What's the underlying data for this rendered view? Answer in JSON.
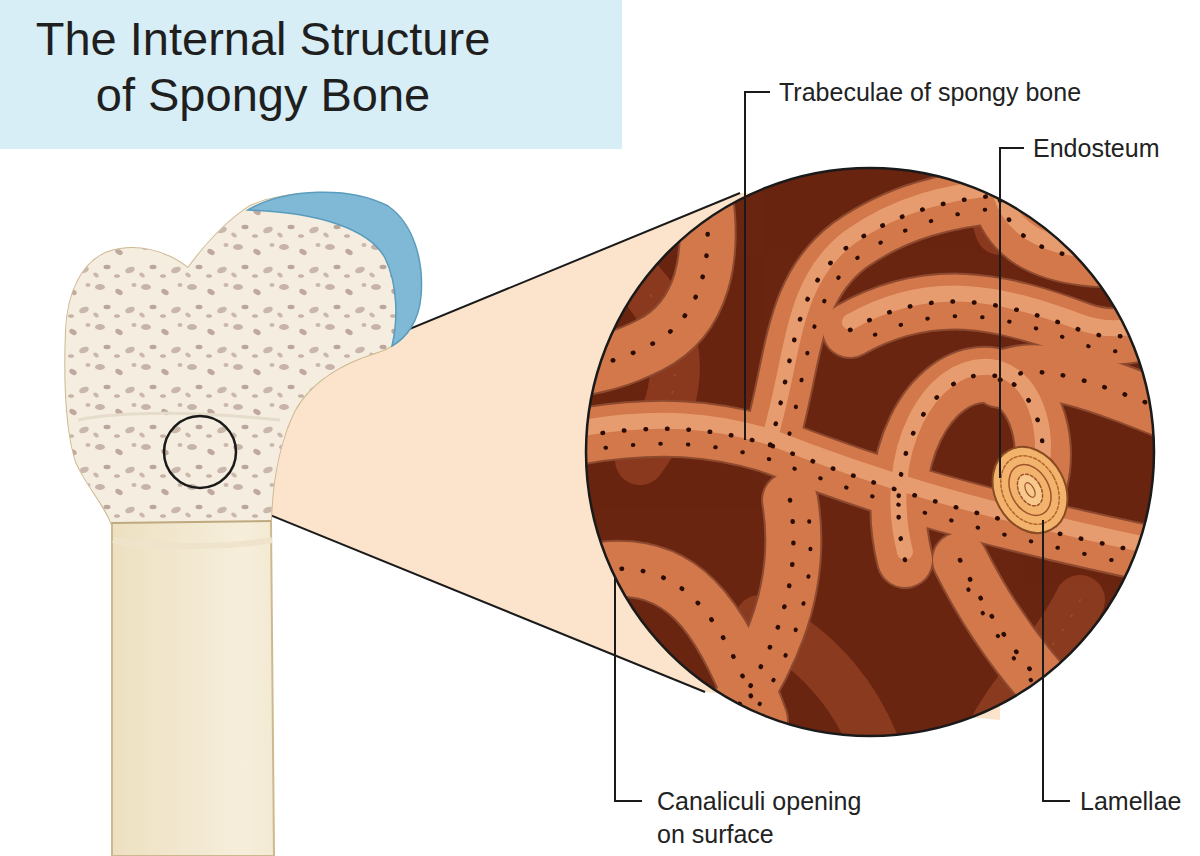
{
  "diagram": {
    "title": "The Internal Structure of Spongy Bone",
    "labels": [
      "Trabeculae of spongy bone",
      "Endosteum",
      "Canaliculi opening on surface",
      "Lamellae"
    ]
  }
}
